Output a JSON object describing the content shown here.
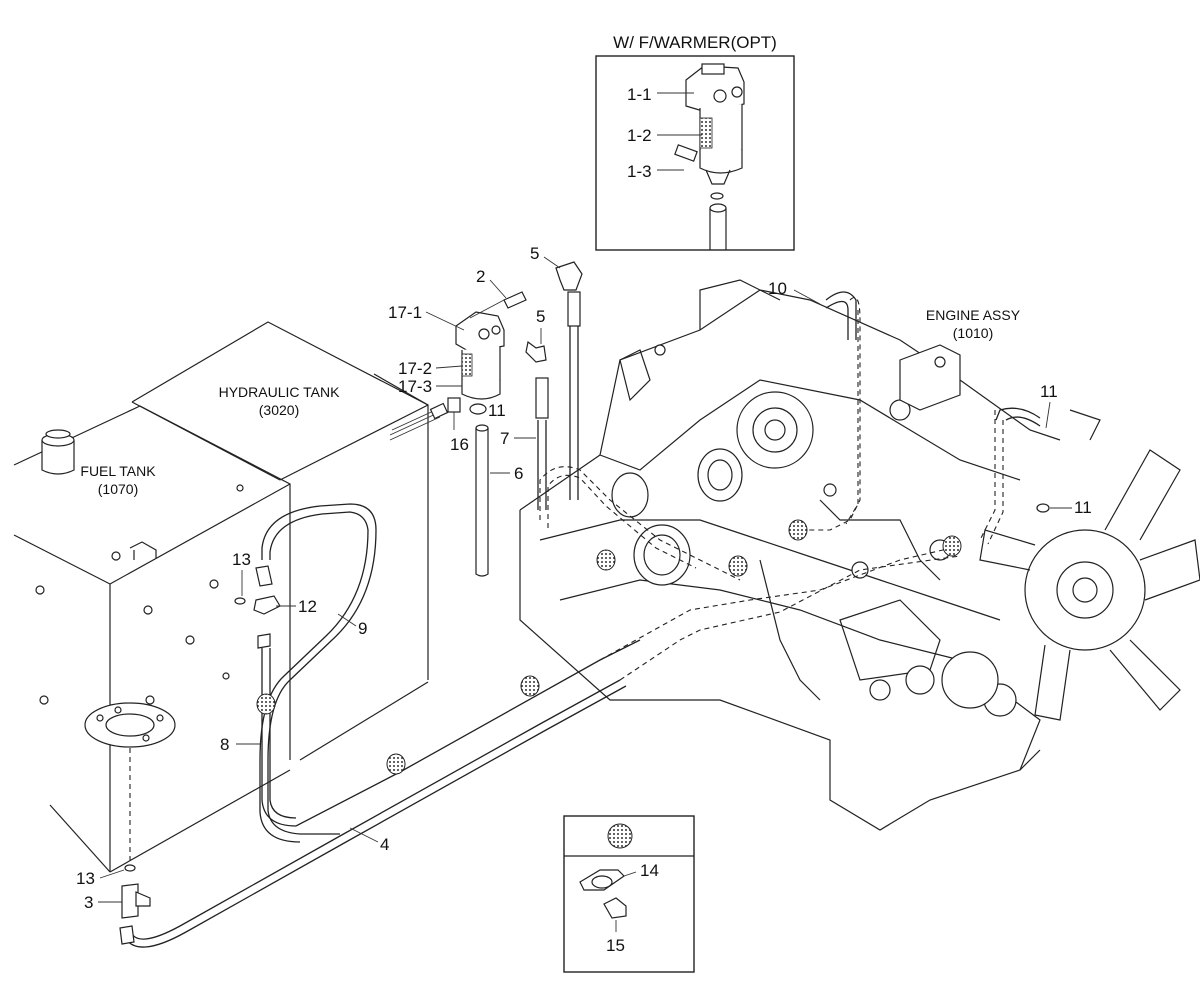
{
  "inset_top": {
    "title": "W/ F/WARMER(OPT)"
  },
  "captions": {
    "hydraulic_tank": "HYDRAULIC TANK",
    "hydraulic_tank_no": "(3020)",
    "fuel_tank": "FUEL TANK",
    "fuel_tank_no": "(1070)",
    "engine_assy": "ENGINE ASSY",
    "engine_assy_no": "(1010)"
  },
  "labels": {
    "p1_1": "1-1",
    "p1_2": "1-2",
    "p1_3": "1-3",
    "p2": "2",
    "p3": "3",
    "p4": "4",
    "p5a": "5",
    "p5b": "5",
    "p6": "6",
    "p7": "7",
    "p8": "8",
    "p9": "9",
    "p10": "10",
    "p11a": "11",
    "p11b": "11",
    "p11c": "11",
    "p12": "12",
    "p13a": "13",
    "p13b": "13",
    "p14": "14",
    "p15": "15",
    "p16": "16",
    "p17_1": "17-1",
    "p17_2": "17-2",
    "p17_3": "17-3"
  }
}
